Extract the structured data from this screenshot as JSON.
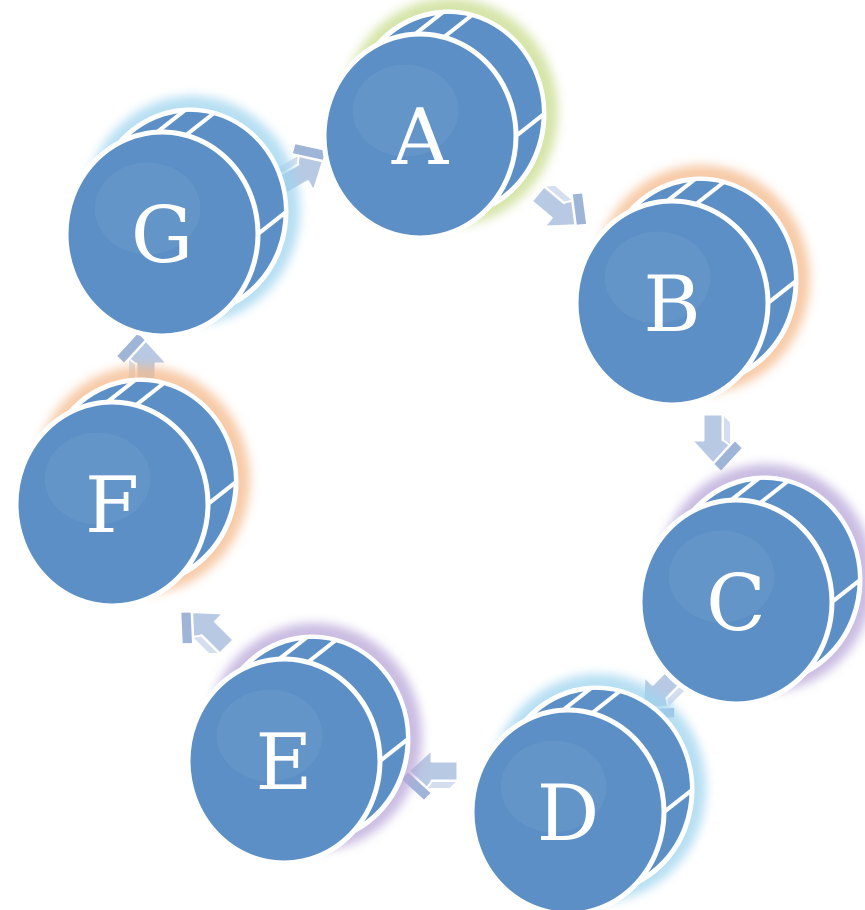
{
  "diagram": {
    "type": "cycle",
    "nodes": [
      {
        "id": "A",
        "label": "A",
        "glow": "#c8dc8c"
      },
      {
        "id": "B",
        "label": "B",
        "glow": "#f4b98a"
      },
      {
        "id": "C",
        "label": "C",
        "glow": "#b8a6d8"
      },
      {
        "id": "D",
        "label": "D",
        "glow": "#9ed4ee"
      },
      {
        "id": "E",
        "label": "E",
        "glow": "#b8a6d8"
      },
      {
        "id": "F",
        "label": "F",
        "glow": "#f4b98a"
      },
      {
        "id": "G",
        "label": "G",
        "glow": "#9ed4ee"
      }
    ],
    "edges": [
      {
        "from": "A",
        "to": "B"
      },
      {
        "from": "B",
        "to": "C"
      },
      {
        "from": "C",
        "to": "D"
      },
      {
        "from": "D",
        "to": "E"
      },
      {
        "from": "E",
        "to": "F"
      },
      {
        "from": "F",
        "to": "G"
      },
      {
        "from": "G",
        "to": "A"
      }
    ],
    "colors": {
      "disk": "#5b8fc5",
      "disk_outline": "#ffffff",
      "arrow": "#b8c9e3"
    }
  }
}
